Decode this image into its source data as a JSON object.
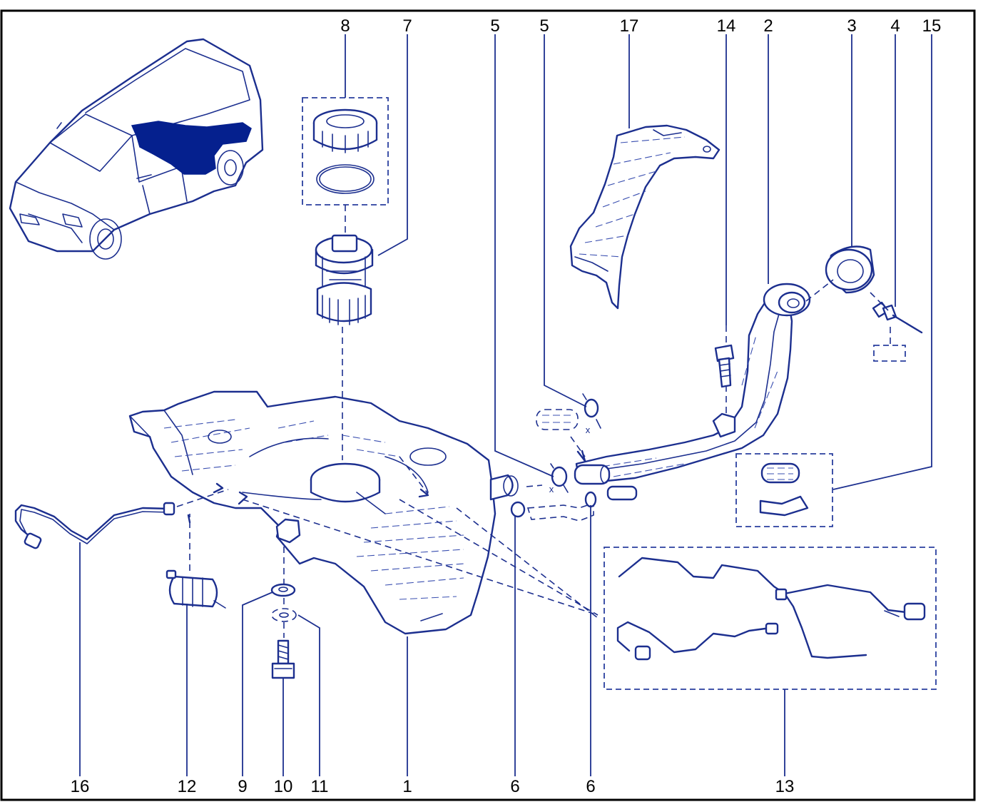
{
  "callouts_top": [
    "8",
    "7",
    "5",
    "5",
    "17",
    "14",
    "2",
    "3",
    "4",
    "15"
  ],
  "callouts_bottom": [
    "16",
    "12",
    "9",
    "10",
    "11",
    "1",
    "6",
    "6",
    "13"
  ],
  "hose_marks": [
    "x",
    "x"
  ],
  "colors": {
    "line": "#1c2f8f",
    "highlight": "#05208e",
    "frame": "#000000"
  }
}
